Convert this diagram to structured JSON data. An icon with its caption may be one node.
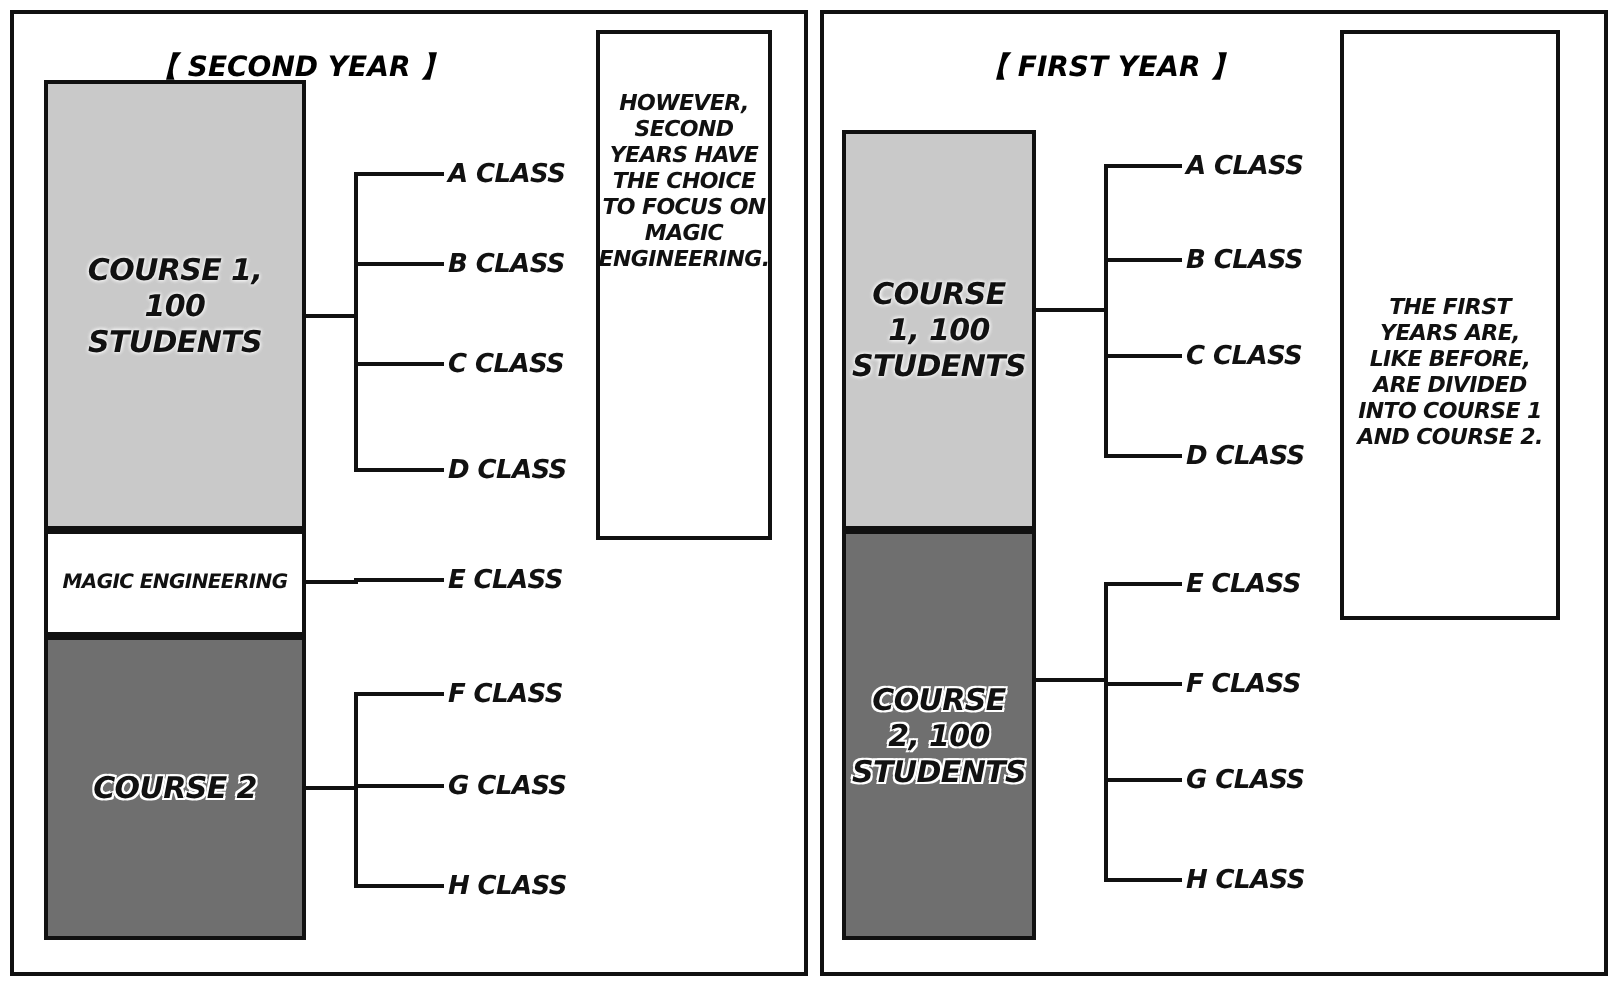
{
  "diagram": {
    "nodes": [
      {
        "text": [
          "COURSE 1, 100 STUDENTS"
        ]
      },
      {
        "text": [
          "MAGIC ENGINEERING"
        ]
      },
      {
        "text": [
          "COURSE 2"
        ]
      },
      {
        "text": [
          "A CLASS"
        ]
      },
      {
        "text": [
          "B CLASS"
        ]
      },
      {
        "text": [
          "C CLASS"
        ]
      },
      {
        "text": [
          "D CLASS"
        ]
      },
      {
        "text": [
          "E CLASS"
        ]
      },
      {
        "text": [
          "F CLASS"
        ]
      },
      {
        "text": [
          "G CLASS"
        ]
      },
      {
        "text": [
          "H CLASS"
        ]
      },
      {
        "text": [
          "HOWEVER, SECOND YEARS HAVE THE CHOICE TO FOCUS ON MAGIC ENGINEERING."
        ]
      },
      {
        "text": [
          "COURSE 1, 100 STUDENTS"
        ]
      },
      {
        "text": [
          "COURSE 2, 100 STUDENTS"
        ]
      },
      {
        "text": [
          "A CLASS"
        ]
      },
      {
        "text": [
          "B CLASS"
        ]
      },
      {
        "text": [
          "C CLASS"
        ]
      },
      {
        "text": [
          "D CLASS"
        ]
      },
      {
        "text": [
          "E CLASS"
        ]
      },
      {
        "text": [
          "F CLASS"
        ]
      },
      {
        "text": [
          "G CLASS"
        ]
      },
      {
        "text": [
          "H CLASS"
        ]
      },
      {
        "text": [
          "THE FIRST YEARS ARE, LIKE BEFORE, ARE DIVIDED INTO COURSE 1 AND COURSE 2."
        ]
      }
    ],
    "edges": [
      {
        "from": 0,
        "to": 3,
        "arrow": "none"
      },
      {
        "from": 0,
        "to": 4,
        "arrow": "none"
      },
      {
        "from": 0,
        "to": 5,
        "arrow": "none"
      },
      {
        "from": 0,
        "to": 6,
        "arrow": "none"
      },
      {
        "from": 1,
        "to": 7,
        "arrow": "none"
      },
      {
        "from": 2,
        "to": 8,
        "arrow": "none"
      },
      {
        "from": 2,
        "to": 9,
        "arrow": "none"
      },
      {
        "from": 2,
        "to": 10,
        "arrow": "none"
      },
      {
        "from": 12,
        "to": 14,
        "arrow": "none"
      },
      {
        "from": 12,
        "to": 15,
        "arrow": "none"
      },
      {
        "from": 12,
        "to": 16,
        "arrow": "none"
      },
      {
        "from": 12,
        "to": 17,
        "arrow": "none"
      },
      {
        "from": 13,
        "to": 18,
        "arrow": "none"
      },
      {
        "from": 13,
        "to": 19,
        "arrow": "none"
      },
      {
        "from": 13,
        "to": 20,
        "arrow": "none"
      },
      {
        "from": 13,
        "to": 21,
        "arrow": "none"
      }
    ],
    "labels": [
      "【 SECOND YEAR 】",
      "【 FIRST YEAR 】"
    ]
  }
}
